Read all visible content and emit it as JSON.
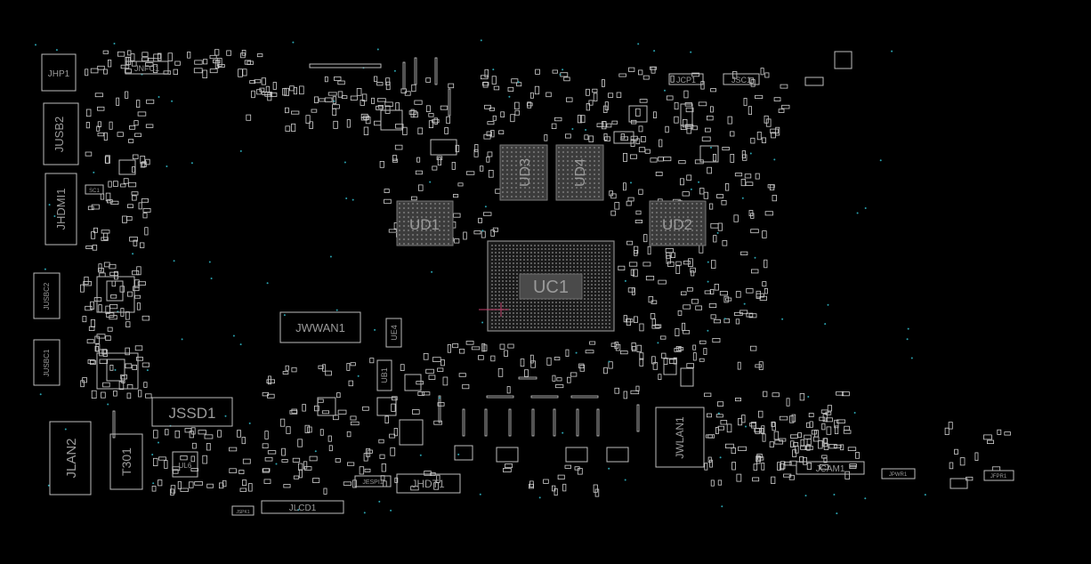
{
  "board": {
    "components": [
      {
        "id": "jhp1",
        "label": "JHP1"
      },
      {
        "id": "jnfc1",
        "label": "JNFC1"
      },
      {
        "id": "jusb2",
        "label": "JUSB2"
      },
      {
        "id": "jhdmi1",
        "label": "JHDMI1"
      },
      {
        "id": "sc1",
        "label": "SC1"
      },
      {
        "id": "jusbc2",
        "label": "JUSBC2"
      },
      {
        "id": "jusbc1",
        "label": "JUSBC1"
      },
      {
        "id": "jlan2",
        "label": "JLAN2"
      },
      {
        "id": "t301",
        "label": "T301"
      },
      {
        "id": "jssd1",
        "label": "JSSD1"
      },
      {
        "id": "ul6",
        "label": "UL6"
      },
      {
        "id": "jspk1",
        "label": "JSPK1"
      },
      {
        "id": "jlcd1",
        "label": "JLCD1"
      },
      {
        "id": "jespi1",
        "label": "JESPI1"
      },
      {
        "id": "jhdt1",
        "label": "JHDT1"
      },
      {
        "id": "jwwan1",
        "label": "JWWAN1"
      },
      {
        "id": "ue4",
        "label": "UE4"
      },
      {
        "id": "ub1",
        "label": "UB1"
      },
      {
        "id": "ud1",
        "label": "UD1"
      },
      {
        "id": "ud3",
        "label": "UD3"
      },
      {
        "id": "ud4",
        "label": "UD4"
      },
      {
        "id": "ud2",
        "label": "UD2"
      },
      {
        "id": "uc1",
        "label": "UC1"
      },
      {
        "id": "jcp1",
        "label": "JCP1"
      },
      {
        "id": "jsc1",
        "label": "JSC1"
      },
      {
        "id": "jwlan1",
        "label": "JWLAN1"
      },
      {
        "id": "jcam1",
        "label": "JCAM1"
      },
      {
        "id": "jpwr1",
        "label": "JPWR1"
      },
      {
        "id": "jfpr1",
        "label": "JFPR1"
      }
    ]
  }
}
